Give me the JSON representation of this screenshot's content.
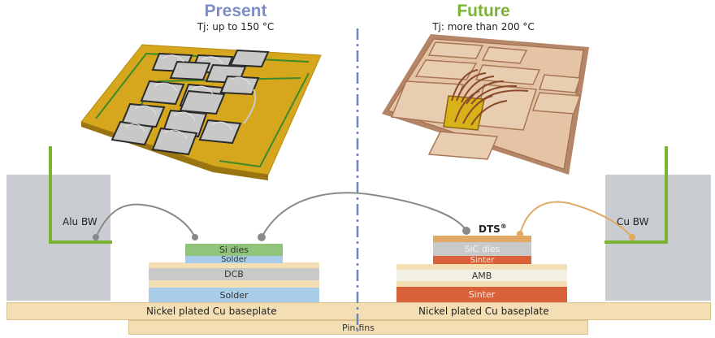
{
  "present": {
    "title": "Present",
    "subtitle": "Tj: up to 150 °C",
    "title_color": "#7b8fc7",
    "bond_wire_label": "Alu BW",
    "stack": {
      "dies": "Si dies",
      "solder_top": "Solder",
      "substrate": "DCB",
      "solder_bottom": "Solder"
    }
  },
  "future": {
    "title": "Future",
    "subtitle": "Tj: more than 200 °C",
    "title_color": "#7ab432",
    "bond_wire_label": "Cu BW",
    "dts_label": "DTS",
    "dts_mark": "®",
    "stack": {
      "dies": "SiC dies",
      "sinter_top": "Sinter",
      "substrate": "AMB",
      "sinter_bottom": "Sinter"
    }
  },
  "baseplate": {
    "left_label": "Nickel plated Cu baseplate",
    "right_label": "Nickel plated Cu baseplate"
  },
  "pin_fins": {
    "label": "Pin-fins"
  },
  "colors": {
    "housing": "#c9cdd2",
    "frame_green": "#7ab432",
    "baseplate": "#f4dfb4",
    "si_die": "#8fc47a",
    "solder": "#a7cde8",
    "dcb": "#c9c9c9",
    "sic_die": "#c9c9c9",
    "sinter": "#d9623a",
    "dts": "#e1a964",
    "amb": "#f1f0e3",
    "divider": "#6f86b8"
  },
  "icons": {
    "present_module": "pcb-module-icon",
    "future_module": "ceramic-module-icon"
  }
}
